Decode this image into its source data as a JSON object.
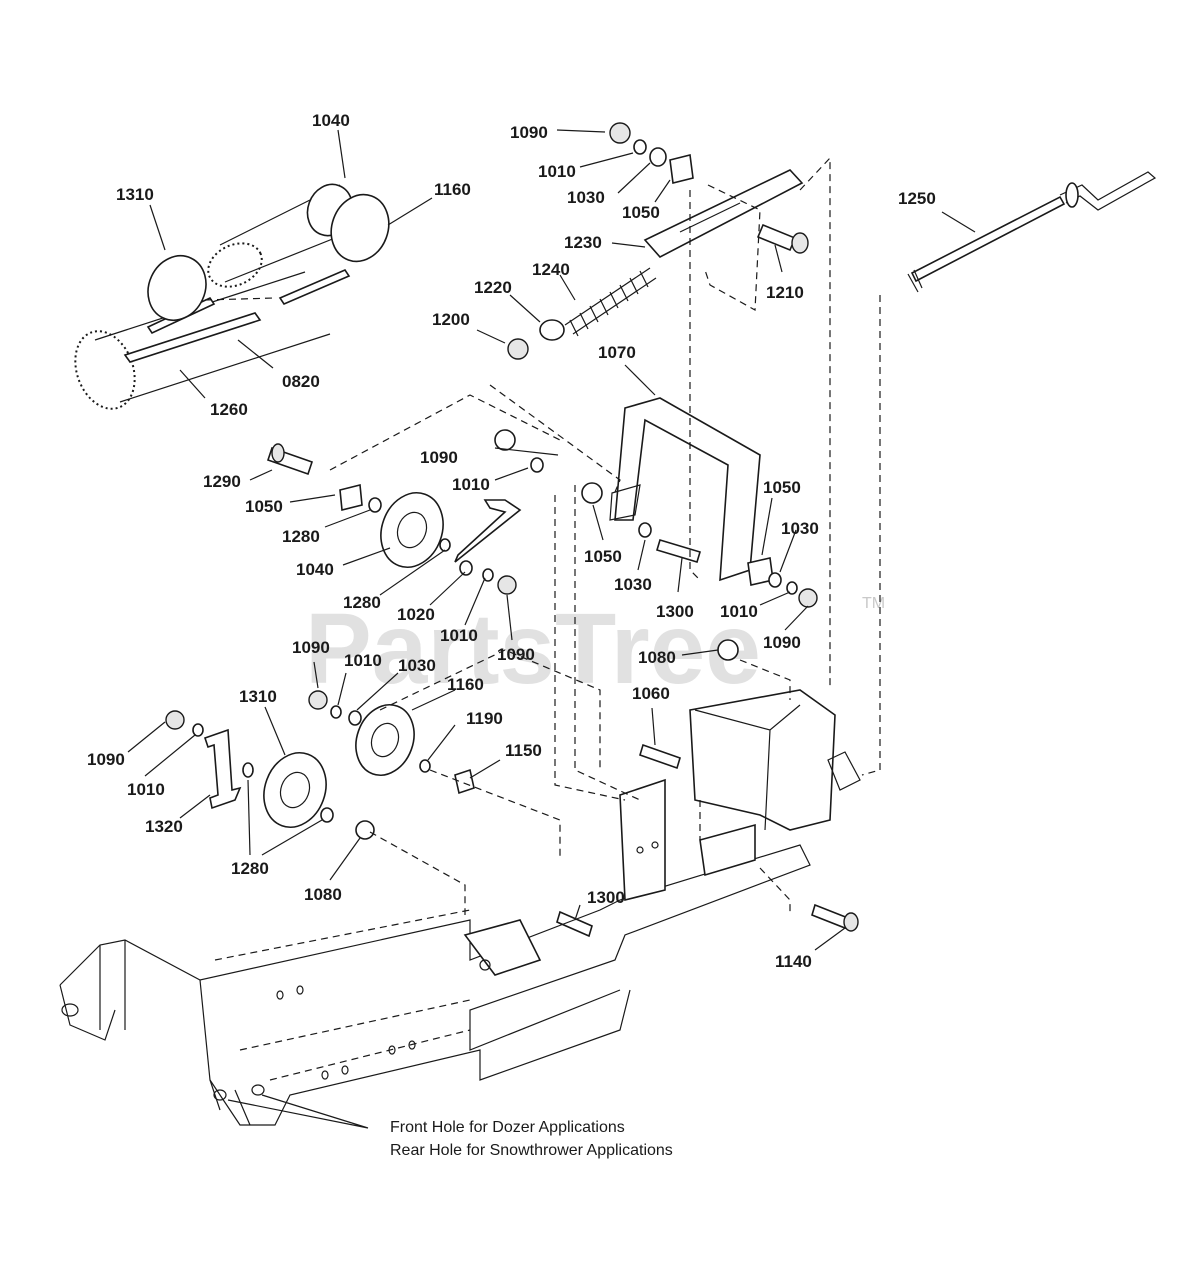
{
  "watermark": {
    "text": "PartsTree",
    "tm": "TM"
  },
  "notes": {
    "front_hole": "Front Hole for Dozer Applications",
    "rear_hole": "Rear Hole for Snowthrower Applications"
  },
  "labels": {
    "l1040a": "1040",
    "l1310a": "1310",
    "l1160a": "1160",
    "l0820": "0820",
    "l1260": "1260",
    "l1090a": "1090",
    "l1010a": "1010",
    "l1030a": "1030",
    "l1050a": "1050",
    "l1230": "1230",
    "l1210": "1210",
    "l1240": "1240",
    "l1220": "1220",
    "l1200": "1200",
    "l1250": "1250",
    "l1070": "1070",
    "l1090b": "1090",
    "l1010b": "1010",
    "l1290": "1290",
    "l1050b": "1050",
    "l1280a": "1280",
    "l1040b": "1040",
    "l1280b": "1280",
    "l1020": "1020",
    "l1010c": "1010",
    "l1090c": "1090",
    "l1050c": "1050",
    "l1050d": "1050",
    "l1030b": "1030",
    "l1030c": "1030",
    "l1300a": "1300",
    "l1010d": "1010",
    "l1090d": "1090",
    "l1080a": "1080",
    "l1060": "1060",
    "l1090e": "1090",
    "l1010e": "1010",
    "l1030d": "1030",
    "l1160b": "1160",
    "l1310b": "1310",
    "l1190": "1190",
    "l1150": "1150",
    "l1090f": "1090",
    "l1010f": "1010",
    "l1320": "1320",
    "l1280c": "1280",
    "l1080b": "1080",
    "l1300b": "1300",
    "l1140": "1140"
  }
}
